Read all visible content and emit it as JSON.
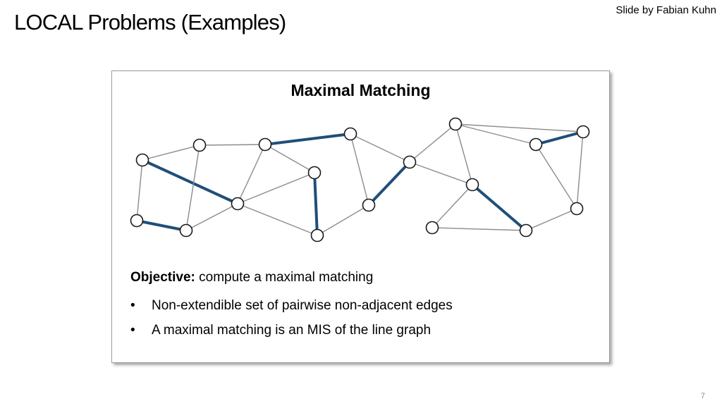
{
  "slide": {
    "title": "LOCAL Problems (Examples)",
    "credit": "Slide by Fabian Kuhn",
    "page_number": "7"
  },
  "panel": {
    "title": "Maximal Matching",
    "objective_label": "Objective:",
    "objective_text": " compute a maximal matching",
    "bullets": [
      "Non-extendible set of pairwise non-adjacent edges",
      "A maximal matching is an MIS of the line graph"
    ]
  },
  "colors": {
    "matched_edge": "#1f4e79",
    "normal_edge": "#8c8c8c",
    "node_stroke": "#1a1a1a"
  },
  "graph": {
    "nodes": [
      "n1",
      "n2",
      "n3",
      "n4",
      "n5",
      "n6",
      "n7",
      "n8",
      "n9",
      "n10",
      "n11",
      "n12",
      "n13",
      "n14",
      "n15",
      "n16",
      "n17",
      "n18",
      "n19",
      "n20"
    ],
    "edges": [
      {
        "a": "n1",
        "b": "n2",
        "matched": false
      },
      {
        "a": "n2",
        "b": "n3",
        "matched": false
      },
      {
        "a": "n3",
        "b": "n4",
        "matched": true
      },
      {
        "a": "n4",
        "b": "n5",
        "matched": false
      },
      {
        "a": "n5",
        "b": "n6",
        "matched": false
      },
      {
        "a": "n6",
        "b": "n7",
        "matched": false
      },
      {
        "a": "n6",
        "b": "n8",
        "matched": false
      },
      {
        "a": "n7",
        "b": "n8",
        "matched": true
      },
      {
        "a": "n1",
        "b": "n12",
        "matched": true
      },
      {
        "a": "n1",
        "b": "n13",
        "matched": false
      },
      {
        "a": "n2",
        "b": "n14",
        "matched": false
      },
      {
        "a": "n13",
        "b": "n14",
        "matched": true
      },
      {
        "a": "n14",
        "b": "n12",
        "matched": false
      },
      {
        "a": "n3",
        "b": "n12",
        "matched": false
      },
      {
        "a": "n3",
        "b": "n11",
        "matched": false
      },
      {
        "a": "n11",
        "b": "n12",
        "matched": false
      },
      {
        "a": "n11",
        "b": "n15",
        "matched": true
      },
      {
        "a": "n12",
        "b": "n15",
        "matched": false
      },
      {
        "a": "n4",
        "b": "n16",
        "matched": false
      },
      {
        "a": "n16",
        "b": "n15",
        "matched": false
      },
      {
        "a": "n16",
        "b": "n5",
        "matched": true
      },
      {
        "a": "n6",
        "b": "n10",
        "matched": false
      },
      {
        "a": "n5",
        "b": "n10",
        "matched": false
      },
      {
        "a": "n10",
        "b": "n17",
        "matched": false
      },
      {
        "a": "n17",
        "b": "n18",
        "matched": false
      },
      {
        "a": "n10",
        "b": "n9",
        "matched": true
      },
      {
        "a": "n9",
        "b": "n18",
        "matched": false
      },
      {
        "a": "n18",
        "b": "n19",
        "matched": false
      },
      {
        "a": "n7",
        "b": "n19",
        "matched": false
      },
      {
        "a": "n7",
        "b": "n20",
        "matched": false
      },
      {
        "a": "n8",
        "b": "n20",
        "matched": false
      },
      {
        "a": "n20",
        "b": "n19",
        "matched": false
      }
    ]
  }
}
